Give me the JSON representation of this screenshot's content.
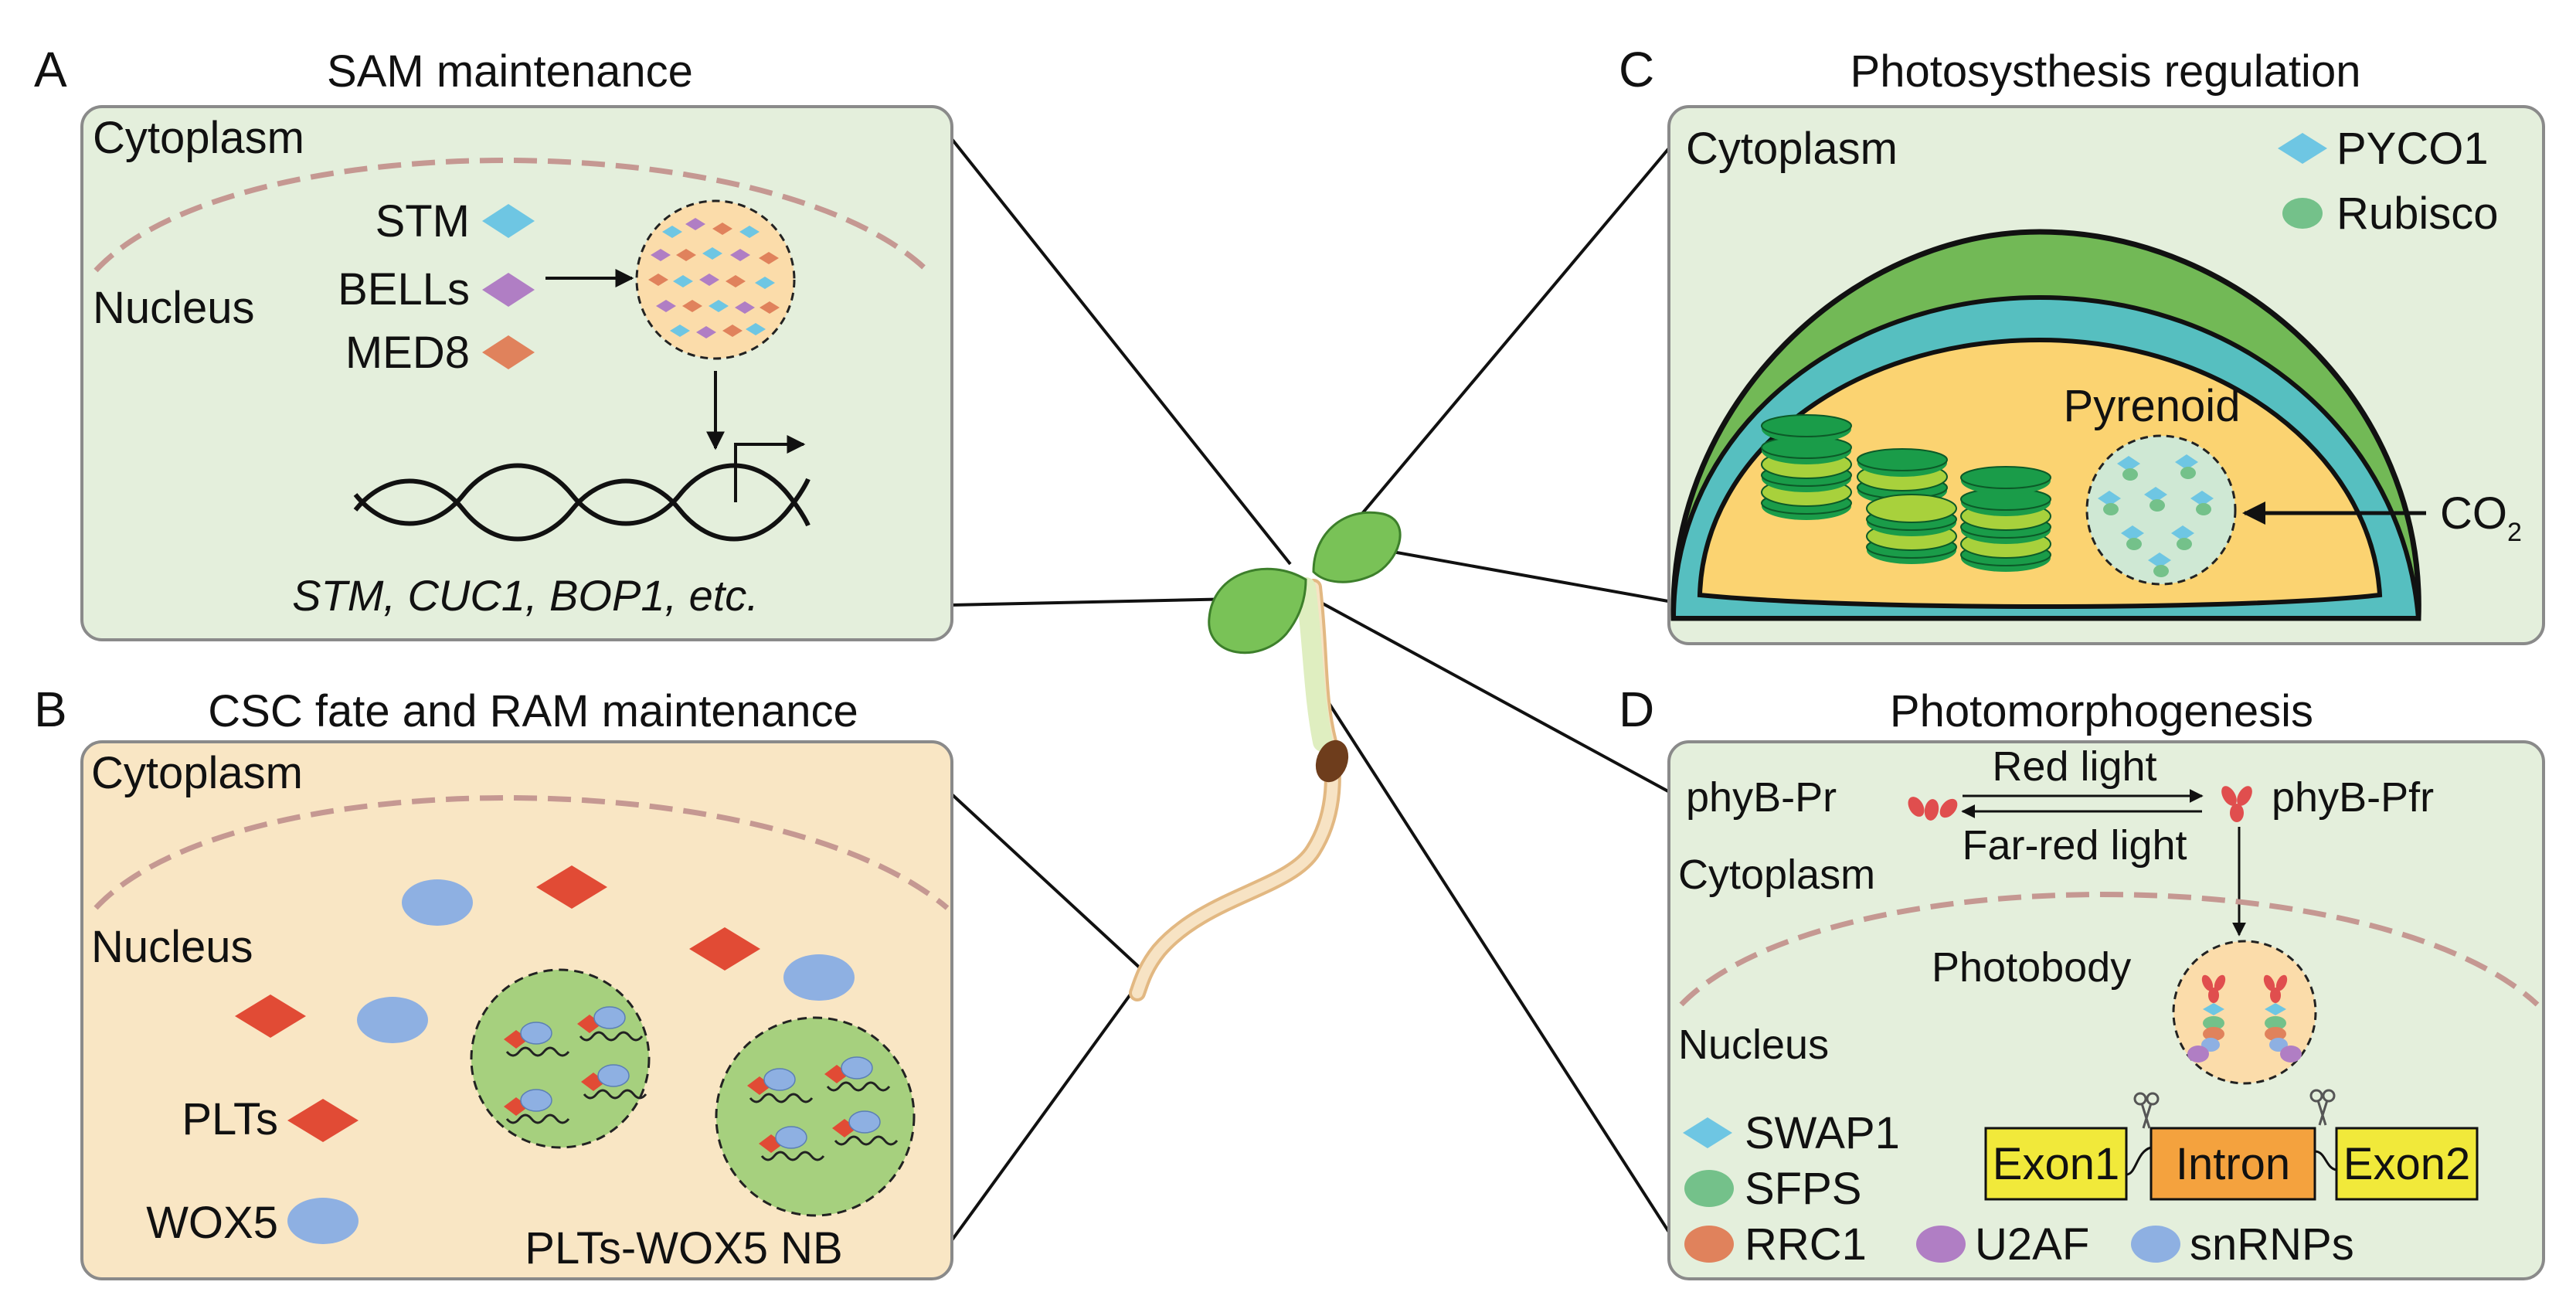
{
  "colors": {
    "panel_green": "#e4efdc",
    "panel_orange": "#f9e6c4",
    "panel_border": "#8a8a8a",
    "membrane": "#c59892",
    "stm": "#6ec6e3",
    "bells": "#b07ec4",
    "med8": "#e0825c",
    "plt": "#e14b35",
    "wox5": "#8eb0e2",
    "nb_green": "#a6d07e",
    "chloro_outer": "#72b956",
    "chloro_teal": "#56bfc0",
    "stroma": "#fbd371",
    "thylakoid_dark": "#1a9c49",
    "thylakoid_light": "#a8d13c",
    "exon": "#f1e93a",
    "intron": "#f4a23e",
    "rrc1": "#e0825c",
    "u2af": "#b07ec4",
    "snrnp": "#8eb0e2",
    "sfps": "#74c18a",
    "phy": "#e04e4e",
    "seedling_leaf": "#79c257",
    "seed": "#6e3d1c"
  },
  "panelA": {
    "letter": "A",
    "title": "SAM maintenance",
    "cytoplasm": "Cytoplasm",
    "nucleus": "Nucleus",
    "legend": [
      "STM",
      "BELLs",
      "MED8"
    ],
    "genes": "STM, CUC1, BOP1, etc."
  },
  "panelB": {
    "letter": "B",
    "title": "CSC fate and RAM maintenance",
    "cytoplasm": "Cytoplasm",
    "nucleus": "Nucleus",
    "plts": "PLTs",
    "wox5": "WOX5",
    "nb_label": "PLTs-WOX5 NB"
  },
  "panelC": {
    "letter": "C",
    "title": "Photosysthesis regulation",
    "cytoplasm": "Cytoplasm",
    "legend": [
      "PYCO1",
      "Rubisco"
    ],
    "pyrenoid": "Pyrenoid",
    "co2": "CO",
    "co2_sub": "2"
  },
  "panelD": {
    "letter": "D",
    "title": "Photomorphogenesis",
    "phyb_pr": "phyB-Pr",
    "phyb_pfr": "phyB-Pfr",
    "red_light": "Red light",
    "far_red_light": "Far-red light",
    "cytoplasm": "Cytoplasm",
    "photobody": "Photobody",
    "nucleus": "Nucleus",
    "legend": [
      "SWAP1",
      "SFPS",
      "RRC1",
      "U2AF",
      "snRNPs"
    ],
    "exon1": "Exon1",
    "intron": "Intron",
    "exon2": "Exon2"
  }
}
